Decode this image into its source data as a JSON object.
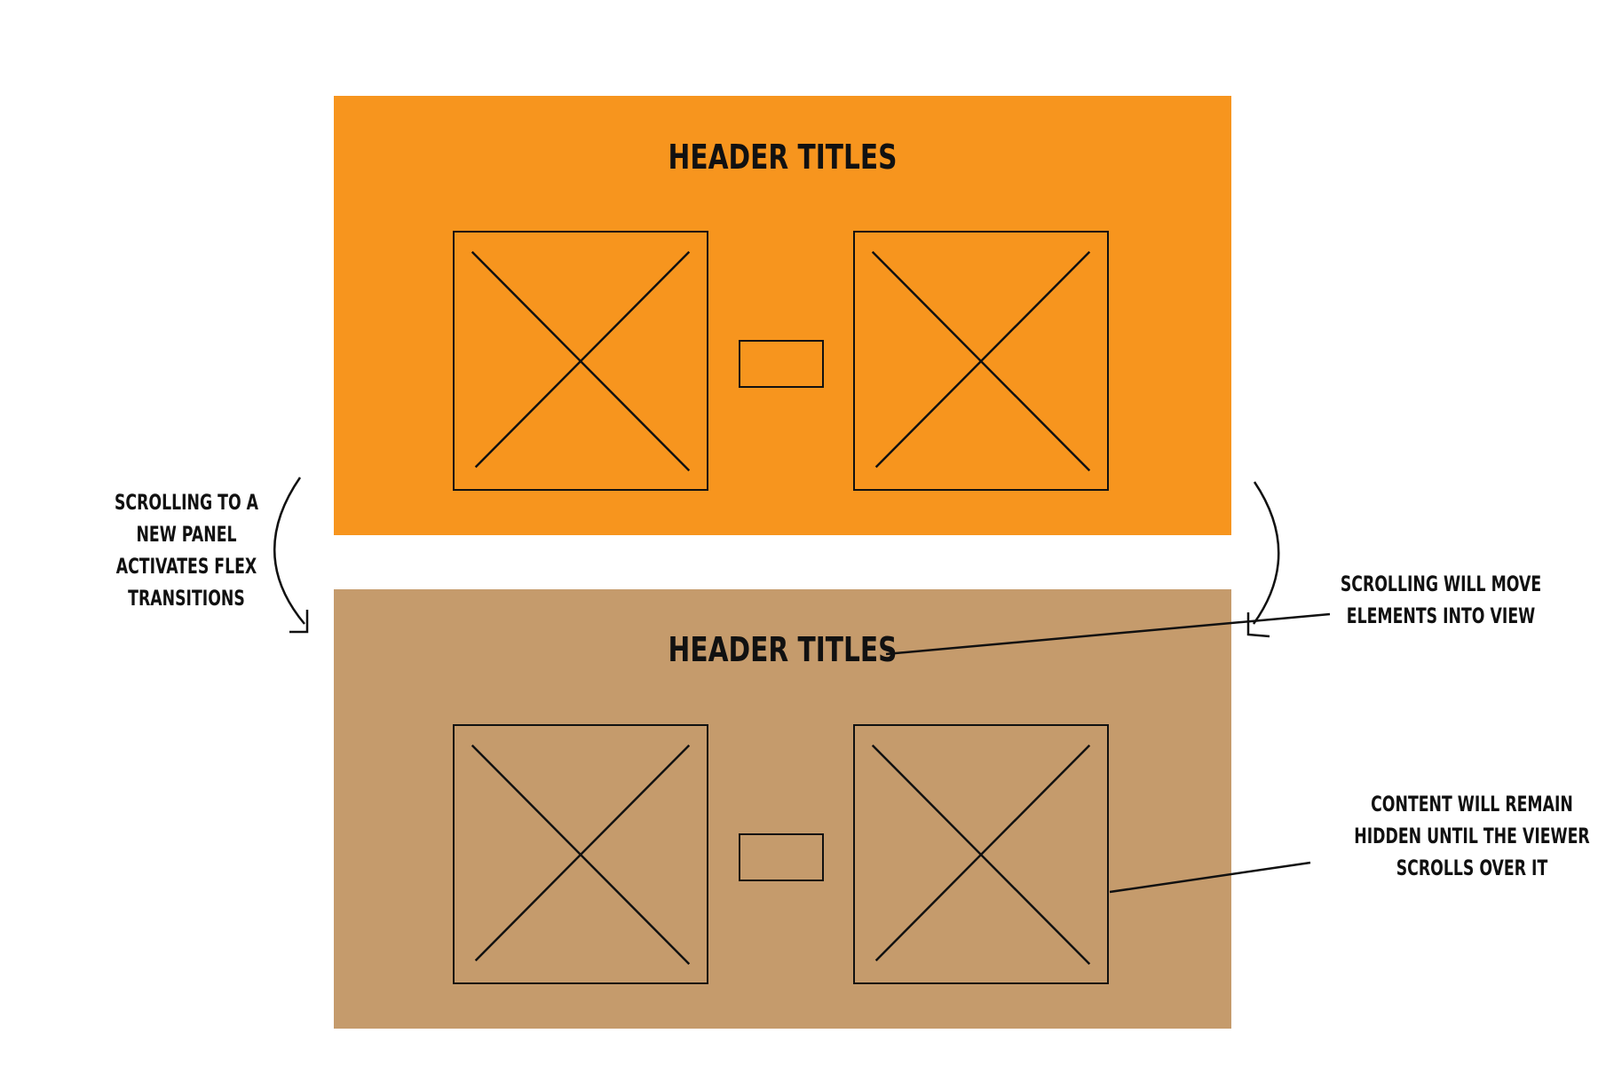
{
  "panels": {
    "top": {
      "title": "HEADER TITLES",
      "background": "#f7951e"
    },
    "bottom": {
      "title": "HEADER TITLES",
      "background": "#c59b6c"
    }
  },
  "annotations": {
    "left": {
      "lines": [
        "SCROLLING TO A",
        "NEW PANEL",
        "ACTIVATES FLEX",
        "TRANSITIONS"
      ]
    },
    "right_top": {
      "lines": [
        "SCROLLING WILL MOVE",
        "ELEMENTS INTO VIEW"
      ]
    },
    "right_bottom": {
      "lines": [
        "CONTENT WILL REMAIN",
        "HIDDEN UNTIL THE VIEWER",
        "SCROLLS OVER IT"
      ]
    }
  },
  "icons": {
    "placeholder": "image-placeholder-icon",
    "arrow": "curved-arrow-icon"
  }
}
